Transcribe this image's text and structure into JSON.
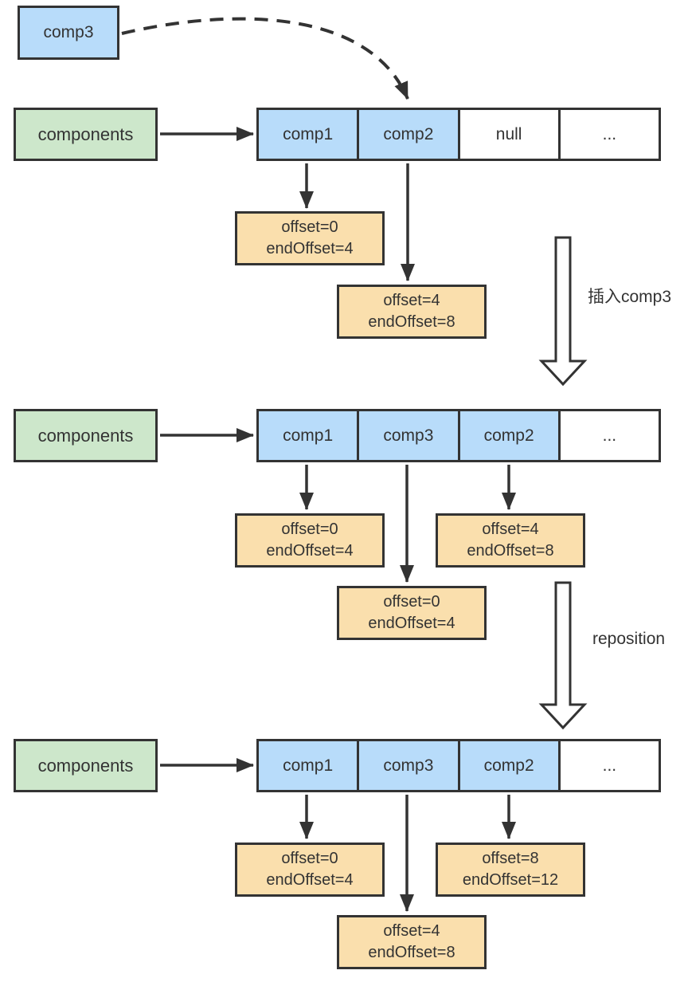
{
  "colors": {
    "blue": "#b8dcfa",
    "green": "#cde7cb",
    "orange": "#fadfad",
    "stroke": "#333333",
    "text": "#333333",
    "bg": "#ffffff"
  },
  "s1": {
    "floating": "comp3",
    "pointer": "components",
    "cells": [
      "comp1",
      "comp2",
      "null",
      "..."
    ],
    "offsets": [
      {
        "l1": "offset=0",
        "l2": "endOffset=4"
      },
      {
        "l1": "offset=4",
        "l2": "endOffset=8"
      }
    ],
    "transition": "插入comp3"
  },
  "s2": {
    "pointer": "components",
    "cells": [
      "comp1",
      "comp3",
      "comp2",
      "..."
    ],
    "offsets": [
      {
        "l1": "offset=0",
        "l2": "endOffset=4"
      },
      {
        "l1": "offset=4",
        "l2": "endOffset=8"
      },
      {
        "l1": "offset=0",
        "l2": "endOffset=4"
      }
    ],
    "transition": "reposition"
  },
  "s3": {
    "pointer": "components",
    "cells": [
      "comp1",
      "comp3",
      "comp2",
      "..."
    ],
    "offsets": [
      {
        "l1": "offset=0",
        "l2": "endOffset=4"
      },
      {
        "l1": "offset=8",
        "l2": "endOffset=12"
      },
      {
        "l1": "offset=4",
        "l2": "endOffset=8"
      }
    ]
  }
}
